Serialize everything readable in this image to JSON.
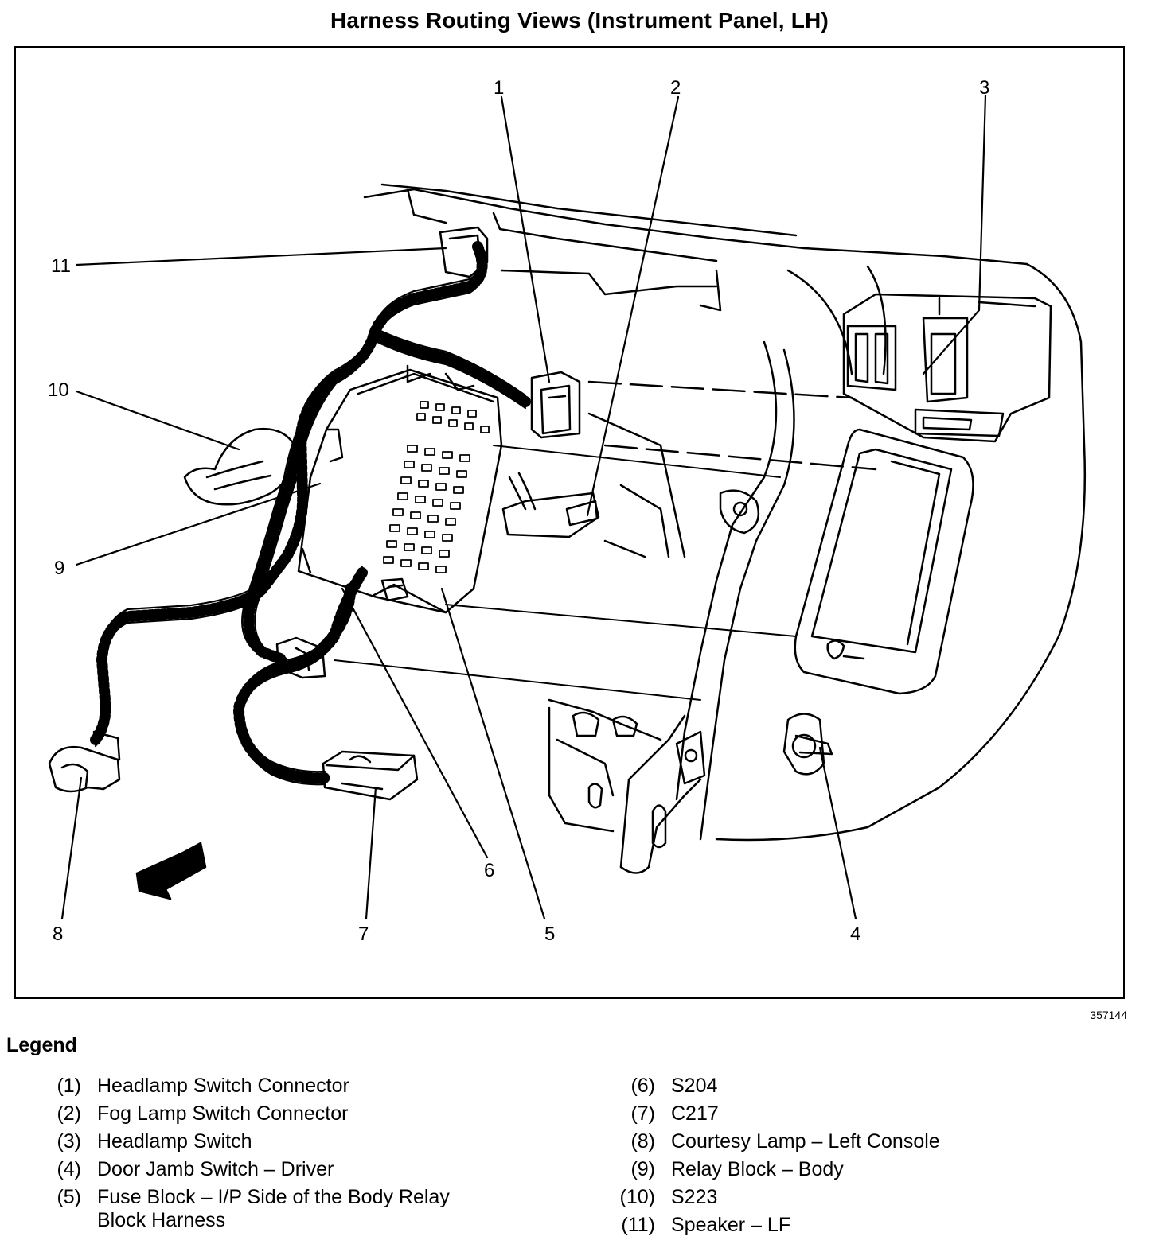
{
  "title": "Harness Routing Views (Instrument Panel, LH)",
  "figure_id": "357144",
  "callouts": [
    "1",
    "2",
    "3",
    "4",
    "5",
    "6",
    "7",
    "8",
    "9",
    "10",
    "11"
  ],
  "legend": {
    "heading": "Legend",
    "items": [
      {
        "num": "(1)",
        "text": "Headlamp Switch Connector"
      },
      {
        "num": "(2)",
        "text": "Fog Lamp Switch Connector"
      },
      {
        "num": "(3)",
        "text": "Headlamp Switch"
      },
      {
        "num": "(4)",
        "text": "Door Jamb Switch – Driver"
      },
      {
        "num": "(5)",
        "text": "Fuse Block – I/P Side of the Body Relay\nBlock Harness"
      },
      {
        "num": "(6)",
        "text": "S204"
      },
      {
        "num": "(7)",
        "text": "C217"
      },
      {
        "num": "(8)",
        "text": "Courtesy Lamp – Left Console"
      },
      {
        "num": "(9)",
        "text": "Relay Block – Body"
      },
      {
        "num": "(10)",
        "text": "S223"
      },
      {
        "num": "(11)",
        "text": "Speaker – LF"
      }
    ]
  }
}
